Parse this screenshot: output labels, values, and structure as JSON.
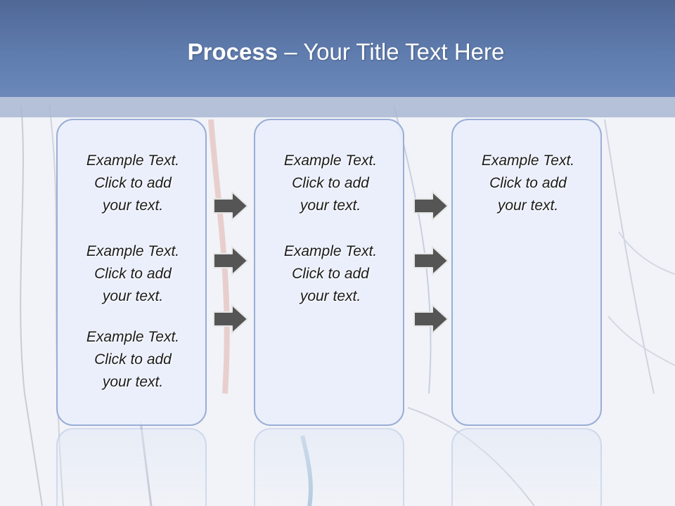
{
  "slide": {
    "title_bold": "Process",
    "title_rest": " – Your Title Text Here"
  },
  "columns": [
    {
      "items": [
        {
          "line1": "Example Text.",
          "line2": "Click  to add",
          "line3": "your text."
        },
        {
          "line1": "Example Text.",
          "line2": "Click  to add",
          "line3": "your text."
        },
        {
          "line1": "Example Text.",
          "line2": "Click  to add",
          "line3": "your text."
        }
      ]
    },
    {
      "items": [
        {
          "line1": "Example Text.",
          "line2": "Click  to add",
          "line3": "your text."
        },
        {
          "line1": "Example Text.",
          "line2": "Click  to add",
          "line3": "your text."
        }
      ]
    },
    {
      "items": [
        {
          "line1": "Example Text.",
          "line2": "Click  to add",
          "line3": "your text."
        }
      ]
    }
  ],
  "arrows": {
    "icon": "arrow-right-icon",
    "fill": "#555555",
    "stroke": "#e6e6e6"
  },
  "colors": {
    "header": "#5f7cae",
    "panel_border": "#9aaed6",
    "panel_fill": "#e8eefa"
  }
}
